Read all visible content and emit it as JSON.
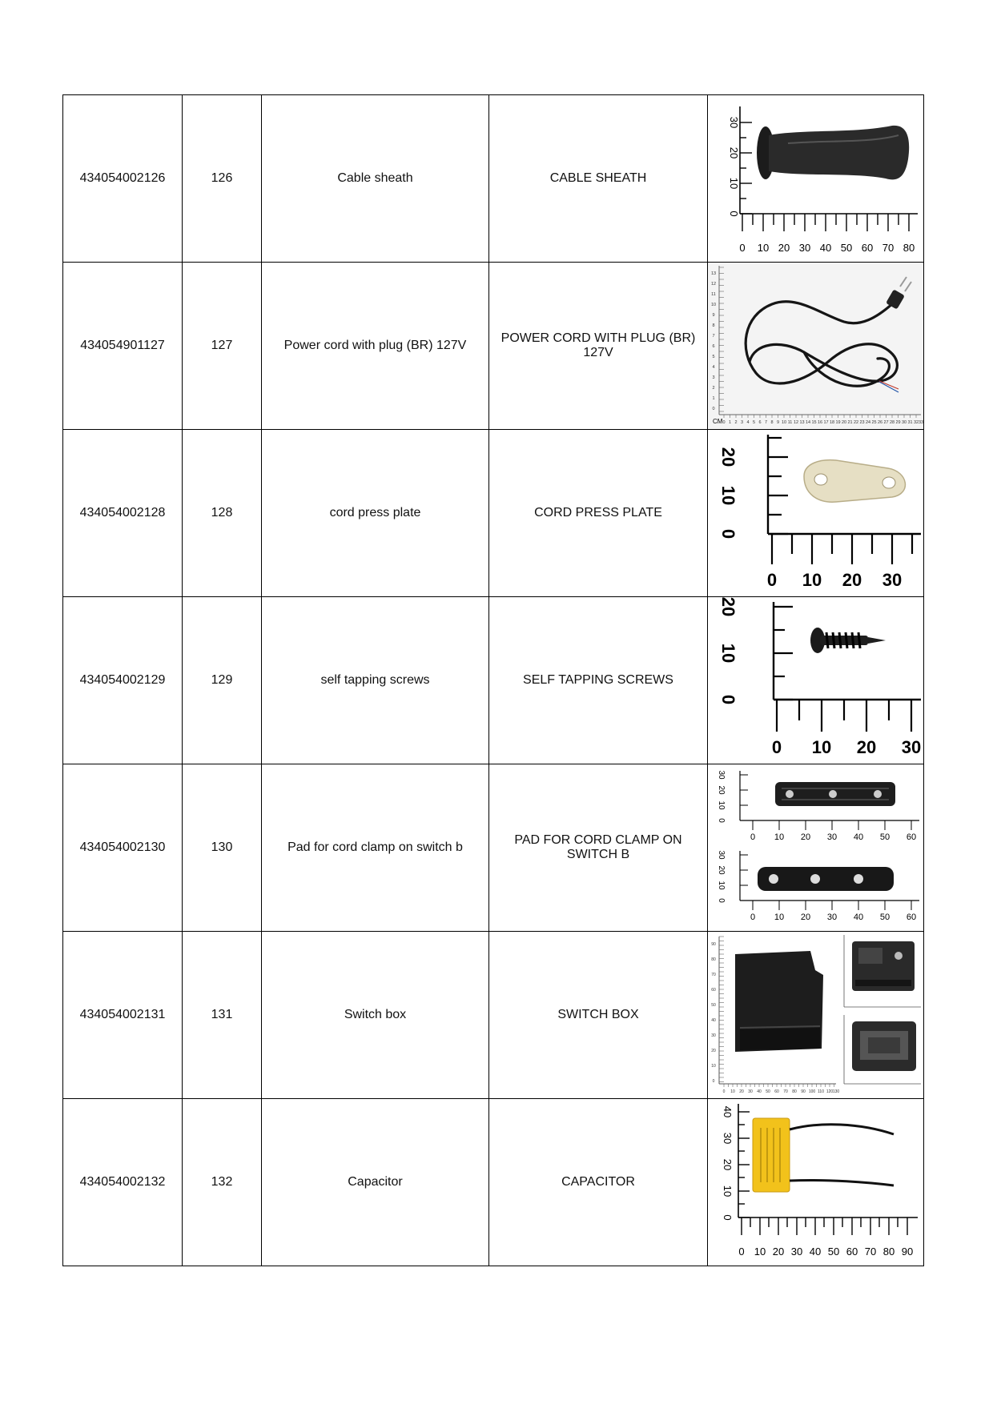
{
  "rows": [
    {
      "code": "434054002126",
      "num": "126",
      "desc": "Cable sheath",
      "desc_upper": "CABLE SHEATH",
      "image": "cable-sheath-photo",
      "x_ticks": [
        "0",
        "10",
        "20",
        "30",
        "40",
        "50",
        "60",
        "70",
        "80"
      ],
      "y_ticks": [
        "0",
        "10",
        "20",
        "30"
      ]
    },
    {
      "code": "434054901127",
      "num": "127",
      "desc": "Power cord with plug (BR) 127V",
      "desc_upper": "POWER CORD WITH PLUG (BR) 127V",
      "image": "power-cord-photo",
      "x_ticks": [
        "0",
        "1",
        "2",
        "3",
        "4",
        "5",
        "6",
        "7",
        "8",
        "9",
        "10",
        "11",
        "12",
        "13",
        "14",
        "15",
        "16",
        "17",
        "18",
        "19",
        "20",
        "21",
        "22",
        "23",
        "24",
        "25",
        "26",
        "27",
        "28",
        "29",
        "30",
        "31",
        "32",
        "33"
      ],
      "y_ticks": [
        "0",
        "1",
        "2",
        "3",
        "4",
        "5",
        "6",
        "7",
        "8",
        "9",
        "10",
        "11",
        "12",
        "13"
      ],
      "unit": "CM"
    },
    {
      "code": "434054002128",
      "num": "128",
      "desc": "cord press plate",
      "desc_upper": "CORD PRESS PLATE",
      "image": "cord-press-plate-photo",
      "x_ticks": [
        "0",
        "10",
        "20",
        "30"
      ],
      "y_ticks": [
        "0",
        "10",
        "20"
      ]
    },
    {
      "code": "434054002129",
      "num": "129",
      "desc": "self tapping screws",
      "desc_upper": "SELF TAPPING SCREWS",
      "image": "screw-photo",
      "x_ticks": [
        "0",
        "10",
        "20",
        "30"
      ],
      "y_ticks": [
        "0",
        "10",
        "20"
      ]
    },
    {
      "code": "434054002130",
      "num": "130",
      "desc": "Pad for cord clamp on switch b",
      "desc_upper": "PAD FOR CORD CLAMP ON SWITCH B",
      "image": "pad-photo",
      "x_ticks": [
        "0",
        "10",
        "20",
        "30",
        "40",
        "50",
        "60"
      ],
      "y_ticks": [
        "0",
        "10",
        "20",
        "30"
      ]
    },
    {
      "code": "434054002131",
      "num": "131",
      "desc": "Switch box",
      "desc_upper": "SWITCH BOX",
      "image": "switch-box-photo",
      "x_ticks": [
        "0",
        "10",
        "20",
        "30",
        "40",
        "50",
        "60",
        "70",
        "80",
        "90",
        "100",
        "110",
        "120",
        "130"
      ],
      "y_ticks": [
        "0",
        "10",
        "20",
        "30",
        "40",
        "50",
        "60",
        "70",
        "80",
        "90"
      ]
    },
    {
      "code": "434054002132",
      "num": "132",
      "desc": "Capacitor",
      "desc_upper": "CAPACITOR",
      "image": "capacitor-photo",
      "x_ticks": [
        "0",
        "10",
        "20",
        "30",
        "40",
        "50",
        "60",
        "70",
        "80",
        "90"
      ],
      "y_ticks": [
        "0",
        "10",
        "20",
        "30",
        "40"
      ]
    }
  ]
}
